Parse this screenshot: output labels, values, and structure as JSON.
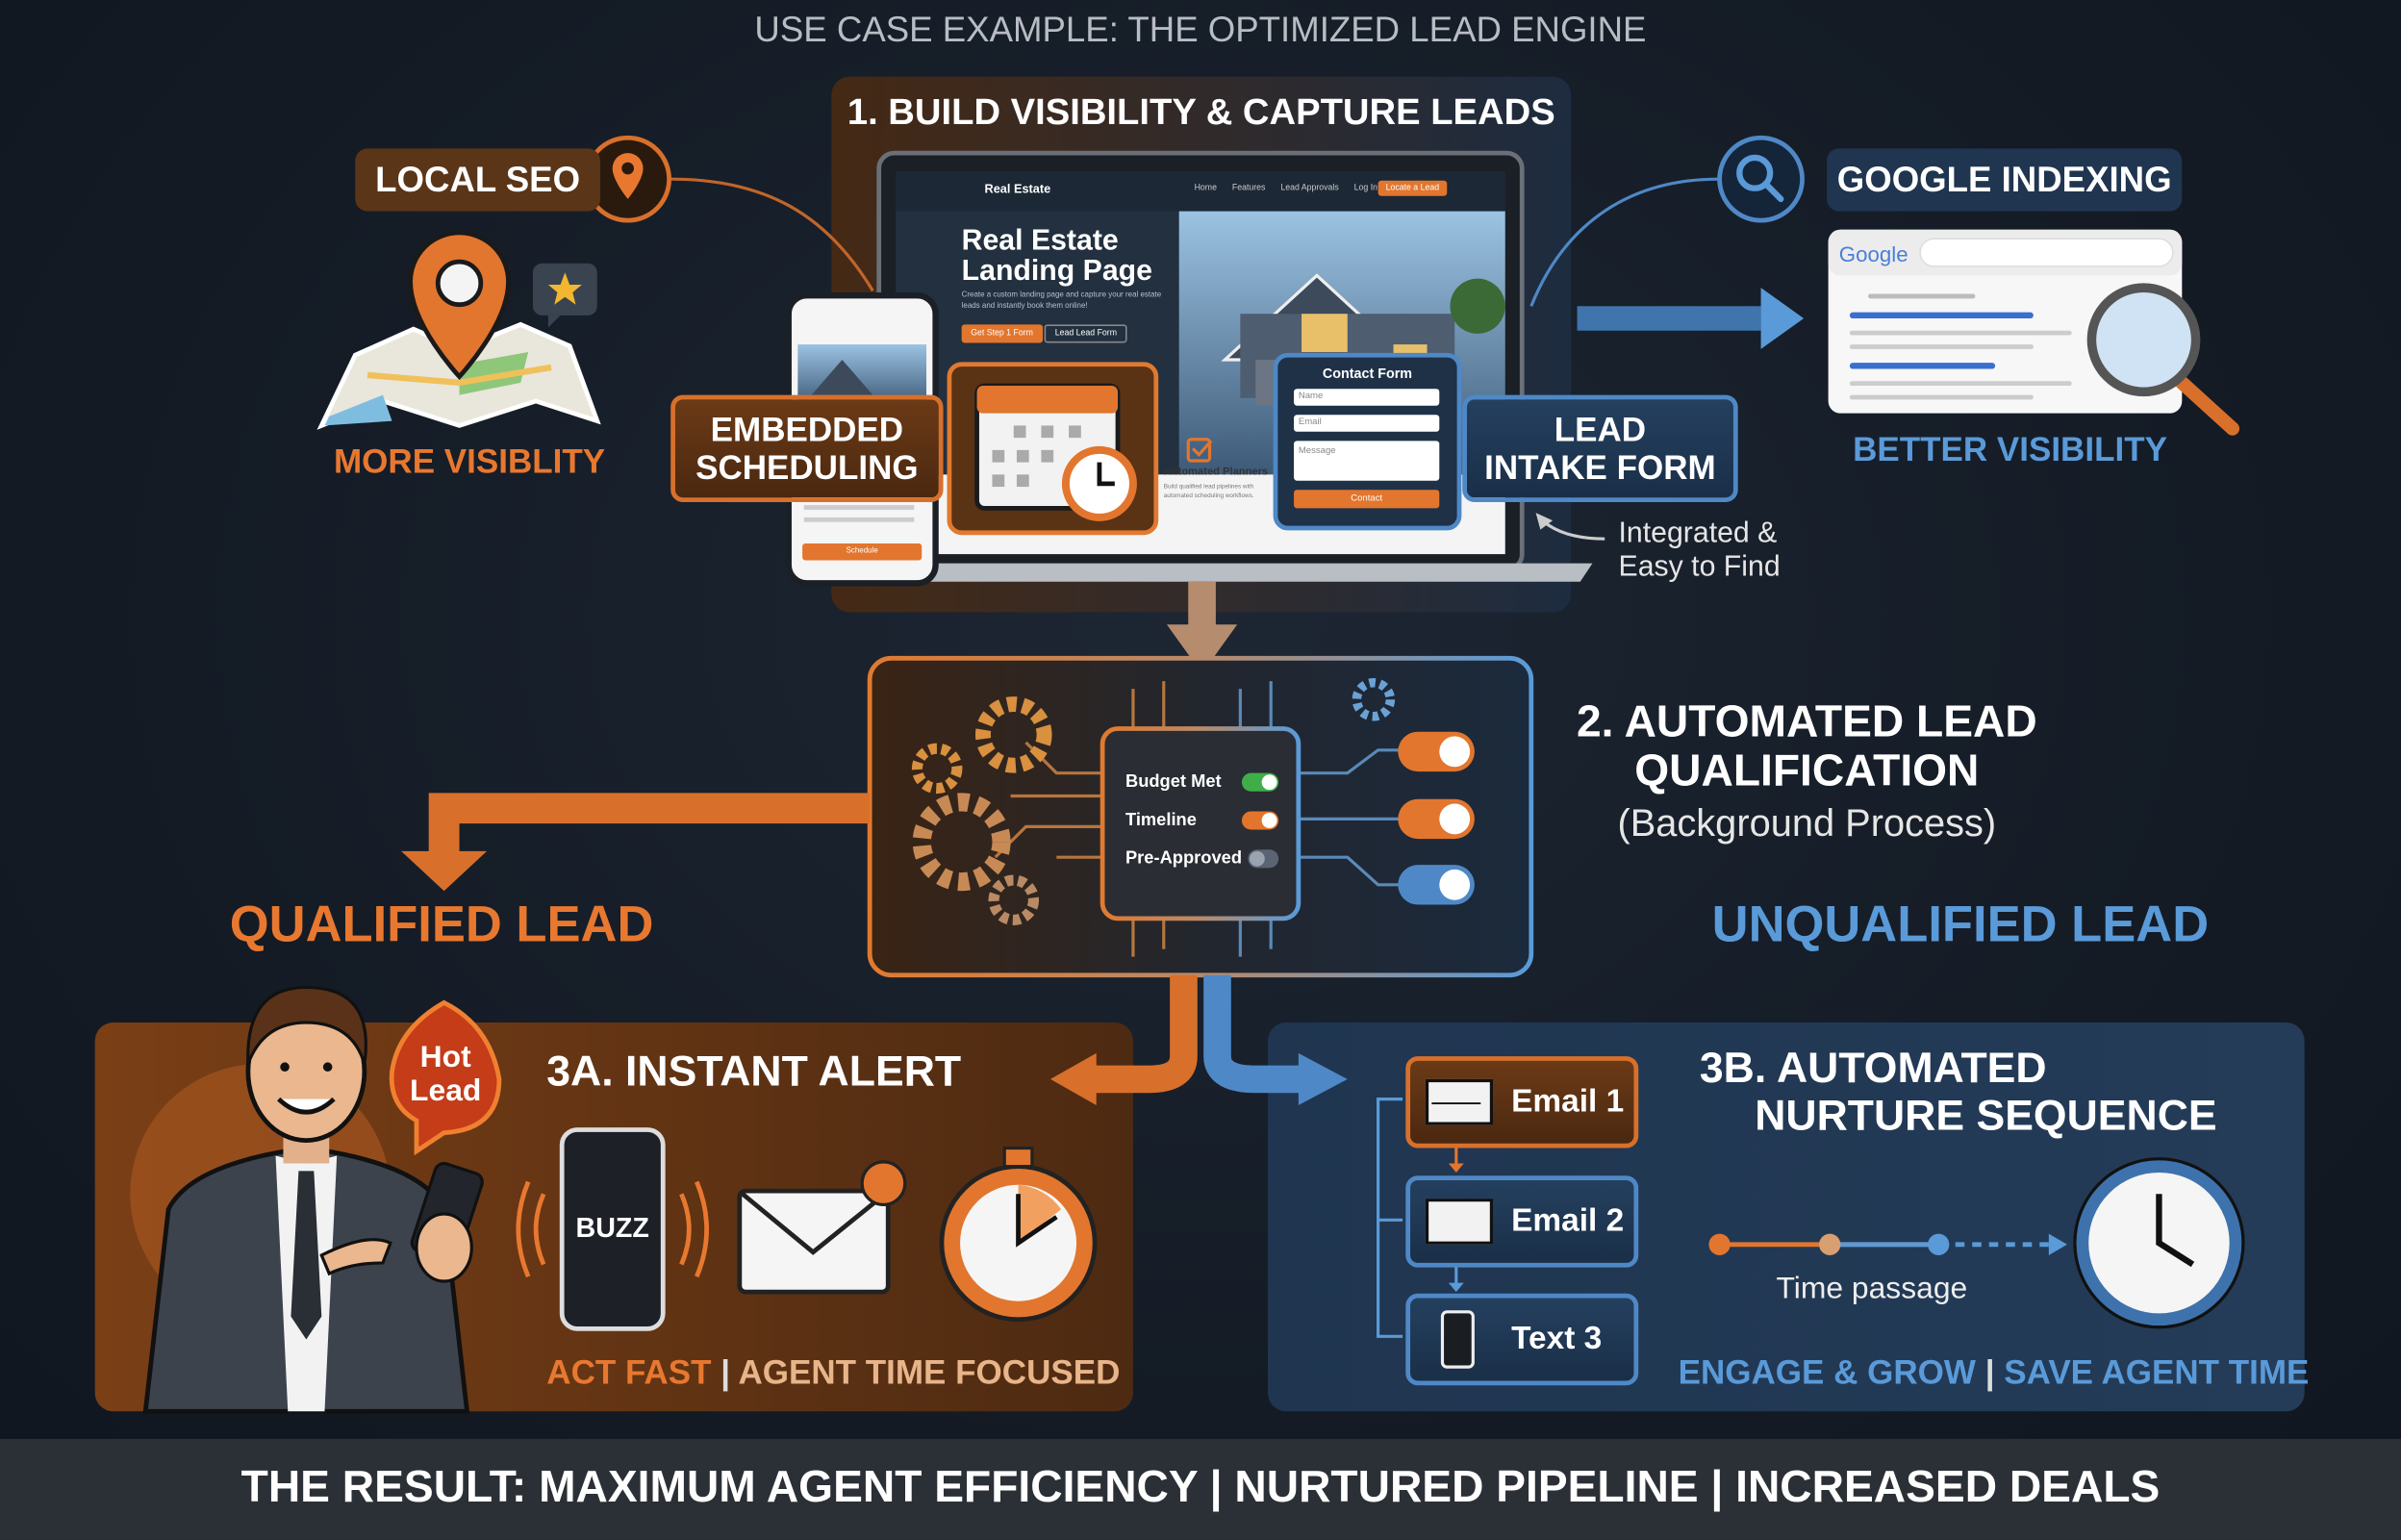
{
  "header": {
    "title": "USE CASE EXAMPLE: THE OPTIMIZED LEAD ENGINE"
  },
  "step1": {
    "title": "1. BUILD VISIBILITY & CAPTURE LEADS",
    "local_seo": {
      "label": "LOCAL SEO",
      "caption": "MORE VISIBLITY",
      "icon": "map-pin-icon"
    },
    "google": {
      "label": "GOOGLE INDEXING",
      "logo": "Google",
      "caption": "BETTER VISIBILITY",
      "icon": "search-icon"
    },
    "landing_page": {
      "brand": "Real Estate",
      "nav": [
        "Home",
        "Features",
        "Lead Approvals",
        "Log In"
      ],
      "nav_cta": "Locate a Lead",
      "hero_title_1": "Real Estate",
      "hero_title_2": "Landing Page",
      "hero_body": "Create a custom landing page and capture your real estate leads and instantly book them online!",
      "btn_primary": "Get Step 1 Form",
      "btn_secondary": "Lead Lead Form",
      "feature_title": "Automated Planners",
      "feature_body": "Build qualified lead pipelines with automated scheduling workflows."
    },
    "mobile": {
      "button": "Schedule"
    },
    "scheduling_label": [
      "EMBEDDED",
      "SCHEDULING"
    ],
    "contact_form": {
      "title": "Contact Form",
      "fields": [
        "Name",
        "Email",
        "Message"
      ],
      "submit": "Contact"
    },
    "intake_label": [
      "LEAD",
      "INTAKE FORM"
    ],
    "note": [
      "Integrated &",
      "Easy to Find"
    ]
  },
  "step2": {
    "title": [
      "2. AUTOMATED LEAD",
      "QUALIFICATION"
    ],
    "subtitle": "(Background Process)",
    "criteria": [
      {
        "label": "Budget Met",
        "state": "on",
        "color": "#3fae49"
      },
      {
        "label": "Timeline",
        "state": "on",
        "color": "#e2752c"
      },
      {
        "label": "Pre-Approved",
        "state": "off",
        "color": "#5b6472"
      }
    ],
    "qualified": "QUALIFIED LEAD",
    "unqualified": "UNQUALIFIED LEAD"
  },
  "step3a": {
    "title": "3A. INSTANT ALERT",
    "badge": [
      "Hot",
      "Lead"
    ],
    "phone_text": "BUZZ",
    "footer_1": "ACT FAST",
    "footer_sep": "|",
    "footer_2": "AGENT TIME FOCUSED"
  },
  "step3b": {
    "title": [
      "3B. AUTOMATED",
      "NURTURE SEQUENCE"
    ],
    "sequence": [
      {
        "label": "Email 1",
        "icon": "envelope-icon"
      },
      {
        "label": "Email 2",
        "icon": "envelope-icon"
      },
      {
        "label": "Text 3",
        "icon": "phone-icon"
      }
    ],
    "timeline_label": "Time passage",
    "footer_1": "ENGAGE & GROW",
    "footer_sep": "|",
    "footer_2": "SAVE AGENT TIME"
  },
  "result": {
    "text": "THE RESULT: MAXIMUM AGENT EFFICIENCY | NURTURED PIPELINE | INCREASED DEALS"
  },
  "colors": {
    "orange": "#e8782f",
    "blue": "#5a9ad8",
    "background": "#141b25",
    "result_bar": "#2b2f36"
  }
}
